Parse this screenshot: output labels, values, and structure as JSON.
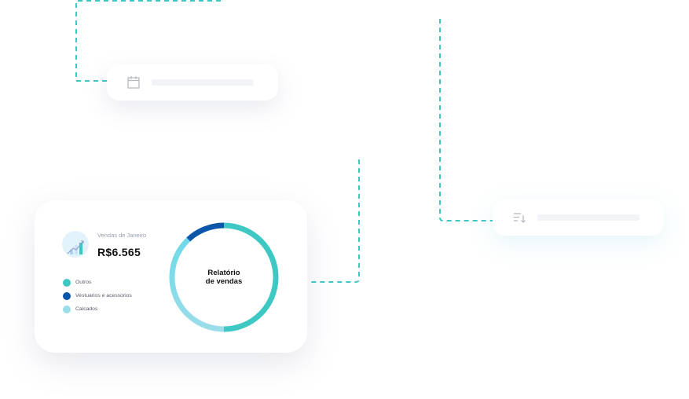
{
  "filter_card": {
    "icon": "calendar-icon",
    "placeholder": ""
  },
  "sort_card": {
    "icon": "sort-descending-icon",
    "placeholder": ""
  },
  "report_card": {
    "icon": "growth-chart-icon",
    "sales_label": "Vendas de Janeiro",
    "sales_value": "R$6.565",
    "center_title_line1": "Relatório",
    "center_title_line2": "de vendas",
    "legend": [
      {
        "label": "Outros",
        "color": "#3ec8c4"
      },
      {
        "label": "Vestuarios e acessorios",
        "color": "#0b56a8"
      },
      {
        "label": "Calcados",
        "color": "#9bdde9"
      }
    ]
  },
  "chart_data": {
    "type": "pie",
    "title": "Relatório de vendas",
    "categories": [
      "Outros",
      "Calcados",
      "Vestuarios e acessorios"
    ],
    "values": [
      50,
      38,
      12
    ],
    "unit": "percent (estimated)",
    "colors": [
      "#3ec8c4",
      "#6fd9e8",
      "#0b56a8"
    ]
  },
  "colors": {
    "accent": "#3ec8c4",
    "connector": "#3ec8c4"
  }
}
